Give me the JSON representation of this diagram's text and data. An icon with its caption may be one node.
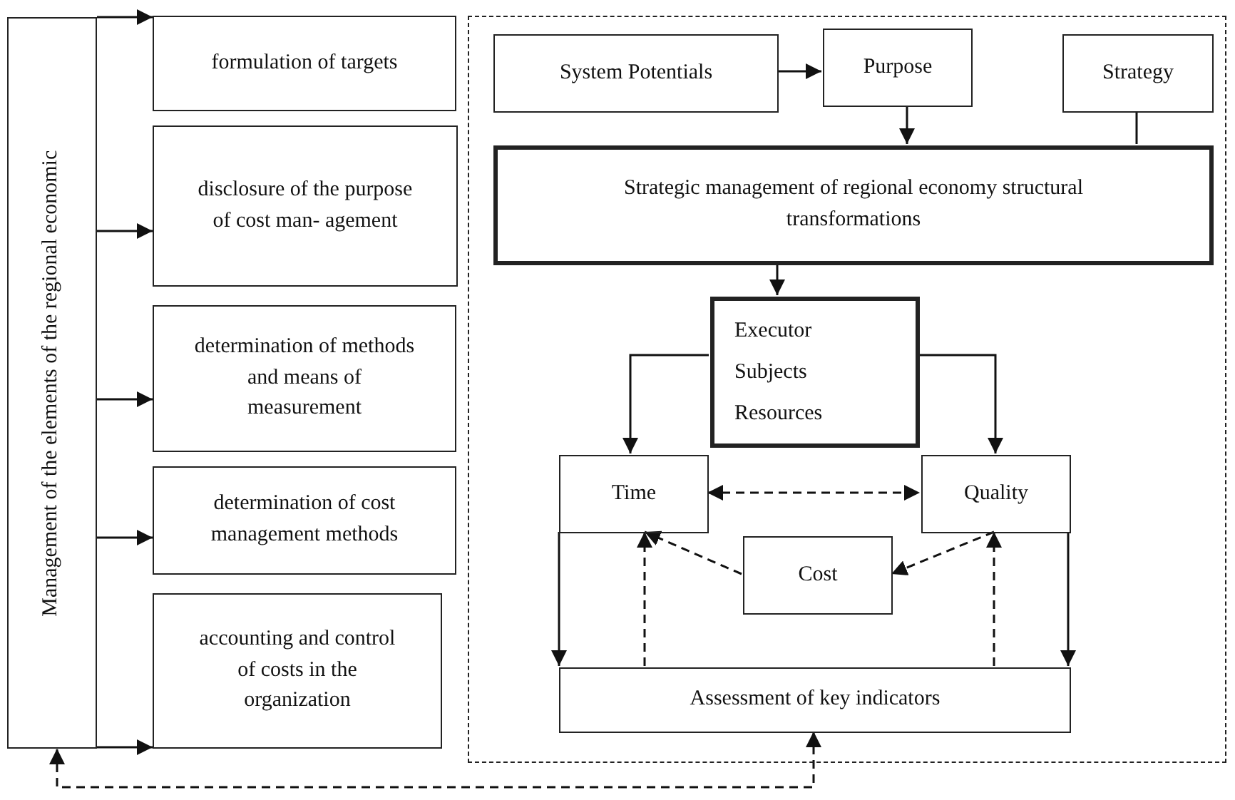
{
  "diagram": {
    "nodes": [
      {
        "text": [
          "Management of the elements of the regional economic"
        ]
      },
      {
        "text": [
          "formulation of targets"
        ]
      },
      {
        "text": [
          "disclosure of the purpose of cost man- agement"
        ]
      },
      {
        "text": [
          "determination of methods and means of measurement"
        ]
      },
      {
        "text": [
          "determination of cost management methods"
        ]
      },
      {
        "text": [
          "accounting and control of costs in the organization"
        ]
      },
      {
        "text": [],
        "shape": "box"
      },
      {
        "text": [
          "System Potentials"
        ],
        "in": 6
      },
      {
        "text": [
          "Purpose"
        ],
        "in": 6
      },
      {
        "text": [
          "Strategy"
        ],
        "in": 6
      },
      {
        "text": [
          "Strategic management of regional economy structural transformations"
        ],
        "in": 6
      },
      {
        "text": [
          "Executor",
          "Subjects",
          "Resources"
        ],
        "in": 6
      },
      {
        "text": [
          "Time"
        ],
        "in": 6
      },
      {
        "text": [
          "Quality"
        ],
        "in": 6
      },
      {
        "text": [
          "Cost"
        ],
        "in": 6
      },
      {
        "text": [
          "Assessment of key indicators"
        ],
        "in": 6
      }
    ],
    "edges": [
      {
        "from": 0,
        "to": 1,
        "arrow": "to"
      },
      {
        "from": 0,
        "to": 2,
        "arrow": "to"
      },
      {
        "from": 0,
        "to": 3,
        "arrow": "to"
      },
      {
        "from": 0,
        "to": 4,
        "arrow": "to"
      },
      {
        "from": 0,
        "to": 5,
        "arrow": "to"
      },
      {
        "from": 7,
        "to": 8,
        "arrow": "to"
      },
      {
        "from": 8,
        "to": 10,
        "arrow": "to"
      },
      {
        "from": 9,
        "to": 10,
        "arrow": "none"
      },
      {
        "from": 10,
        "to": 11,
        "arrow": "to"
      },
      {
        "from": 11,
        "to": 12,
        "arrow": "to"
      },
      {
        "from": 11,
        "to": 13,
        "arrow": "to"
      },
      {
        "from": 12,
        "to": 13,
        "arrow": "both",
        "style": "dashed"
      },
      {
        "from": 14,
        "to": 12,
        "arrow": "to",
        "style": "dashed"
      },
      {
        "from": 13,
        "to": 14,
        "arrow": "to",
        "style": "dashed"
      },
      {
        "from": 15,
        "to": 12,
        "arrow": "to",
        "style": "dashed"
      },
      {
        "from": 15,
        "to": 13,
        "arrow": "to",
        "style": "dashed"
      },
      {
        "from": 12,
        "to": 15,
        "arrow": "to"
      },
      {
        "from": 13,
        "to": 15,
        "arrow": "to"
      },
      {
        "from": 15,
        "to": 0,
        "arrow": "both",
        "style": "dashed"
      }
    ]
  }
}
